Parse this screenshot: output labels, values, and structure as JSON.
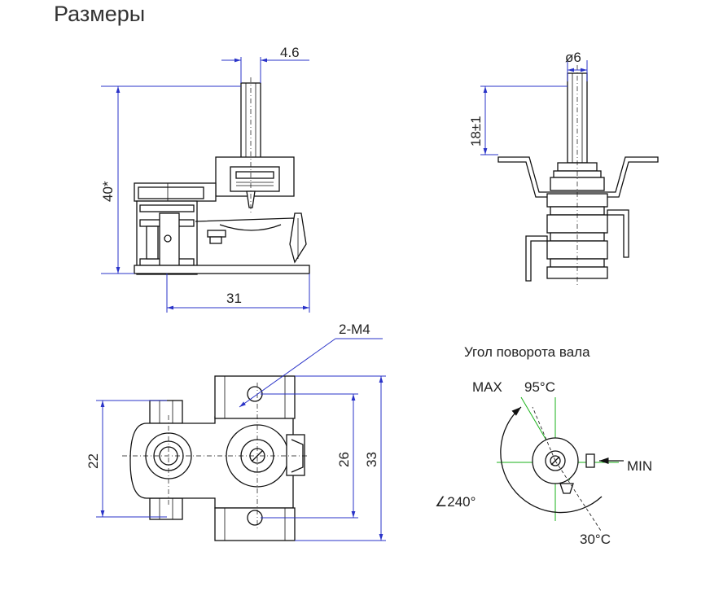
{
  "title": "Размеры",
  "dimensions": {
    "shaft_offset": "4.6",
    "height_total": "40*",
    "width": "31",
    "shaft_diameter": "ø6",
    "shaft_length": "18±1",
    "thread": "2-M4",
    "mount_22": "22",
    "mount_26": "26",
    "mount_33": "33"
  },
  "rotation": {
    "heading": "Угол поворота вала",
    "max_label": "MAX",
    "max_temp": "95°C",
    "min_label": "MIN",
    "angle": "∠240°",
    "min_temp": "30°C"
  },
  "colors": {
    "dimension_lines": "#2a33c8",
    "angle_marks": "#19b219",
    "outline": "#111111"
  }
}
